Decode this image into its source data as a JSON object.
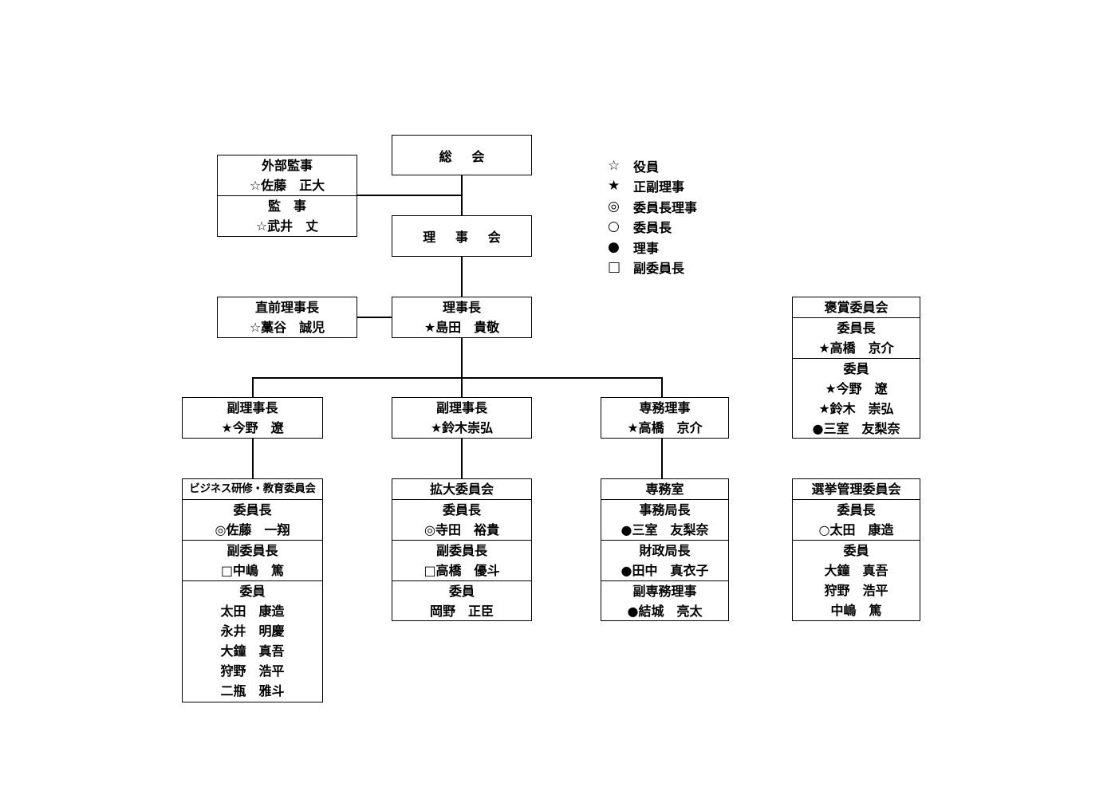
{
  "general_assembly": "総 会",
  "board": "理 事 会",
  "auditors": {
    "external_title": "外部監事",
    "external_member": "☆佐藤　正大",
    "auditor_title": "監　事",
    "auditor_member": "☆武井　丈"
  },
  "former_chair": {
    "title": "直前理事長",
    "member": "☆藁谷　誠児"
  },
  "chair": {
    "title": "理事長",
    "member": "★島田　貴敬"
  },
  "vice_chair_1": {
    "title": "副理事長",
    "member": "★今野　遼"
  },
  "vice_chair_2": {
    "title": "副理事長",
    "member": "★鈴木崇弘"
  },
  "executive_director": {
    "title": "専務理事",
    "member": "★高橋　京介"
  },
  "business_committee": {
    "name": "ビジネス研修・教育委員会",
    "chair_title": "委員長",
    "chair": "◎佐藤　一翔",
    "vice_title": "副委員長",
    "vice": "□中嶋　篤",
    "members_title": "委員",
    "members": [
      "太田　康造",
      "永井　明慶",
      "大鐘　真吾",
      "狩野　浩平",
      "二瓶　雅斗"
    ]
  },
  "expansion_committee": {
    "name": "拡大委員会",
    "chair_title": "委員長",
    "chair": "◎寺田　裕貴",
    "vice_title": "副委員長",
    "vice": "□高橋　優斗",
    "members_title": "委員",
    "members": [
      "岡野　正臣"
    ]
  },
  "secretariat": {
    "name": "専務室",
    "sec_general_title": "事務局長",
    "sec_general": "●三室　友梨奈",
    "finance_title": "財政局長",
    "finance": "●田中　真衣子",
    "deputy_title": "副専務理事",
    "deputy": "●結城　亮太"
  },
  "awards_committee": {
    "name": "褒賞委員会",
    "chair_title": "委員長",
    "chair": "★高橋　京介",
    "members_title": "委員",
    "members": [
      "★今野　遼",
      "★鈴木　崇弘",
      "●三室　友梨奈"
    ]
  },
  "election_committee": {
    "name": "選挙管理委員会",
    "chair_title": "委員長",
    "chair": "○太田　康造",
    "members_title": "委員",
    "members": [
      "大鐘　真吾",
      "狩野　浩平",
      "中嶋　篤"
    ]
  },
  "legend": [
    {
      "symbol": "☆",
      "label": "役員"
    },
    {
      "symbol": "★",
      "label": "正副理事"
    },
    {
      "symbol": "◎",
      "label": "委員長理事"
    },
    {
      "symbol": "○",
      "label": "委員長"
    },
    {
      "symbol": "●",
      "label": "理事"
    },
    {
      "symbol": "□",
      "label": "副委員長"
    }
  ]
}
